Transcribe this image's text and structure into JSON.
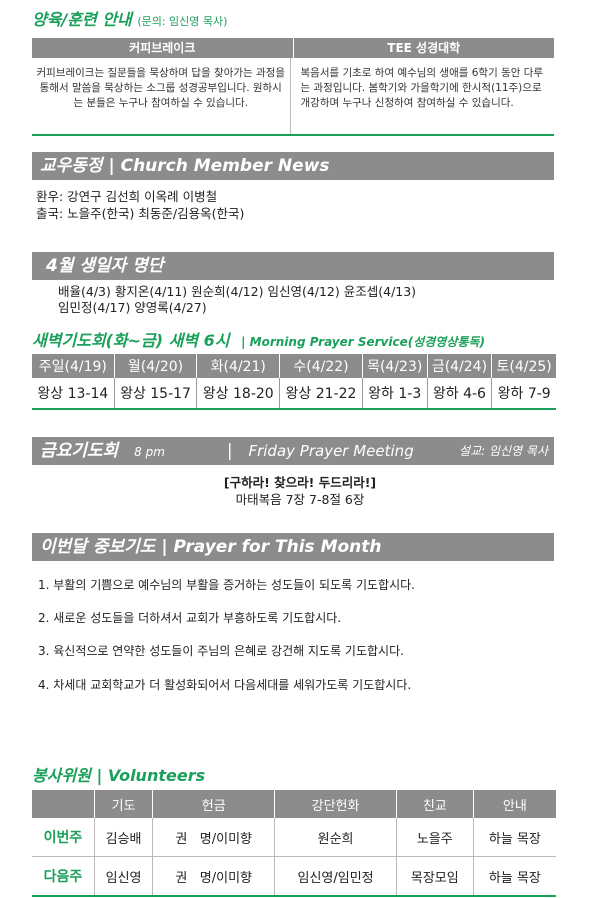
{
  "training": {
    "title": "양육/훈련 안내",
    "contact": "(문의: 임신영 목사)",
    "col1_title": "커피브레이크",
    "col2_title": "TEE 성경대학",
    "col1_text": "커피브레이크는 질문들을 묵상하며 답을 찾아가는 과정을 통해서 말씀을 묵상하는 소그룹 성경공부입니다. 원하시는 분들은 누구나 참여하실 수 있습니다.",
    "col2_text": "복음서를 기초로 하여 예수님의 생애를 6학기 동안 다루는 과정입니다. 봄학기와 가을학기에 한시적(11주)으로 개강하며 누구나 신청하여 참여하실 수 있습니다."
  },
  "members": {
    "title": "교우동정 | Church Member News",
    "line1": "환우: 강연구  김선희  이옥례  이병철",
    "line2": "출국: 노을주(한국) 최동준/김용옥(한국)"
  },
  "birthdays": {
    "title": "4월 생일자 명단",
    "line1": "배율(4/3)  황지온(4/11)  원순희(4/12)  임신영(4/12)  윤조셉(4/13)",
    "line2": "임민정(4/17)  양영록(4/27)"
  },
  "dawn": {
    "title": "새벽기도회(화~금) 새벽 6시",
    "subtitle": "| Morning Prayer Service(성경영상통독)",
    "days": [
      "주일(4/19)",
      "월(4/20)",
      "화(4/21)",
      "수(4/22)",
      "목(4/23)",
      "금(4/24)",
      "토(4/25)"
    ],
    "readings": [
      "왕상 13-14",
      "왕상 15-17",
      "왕상 18-20",
      "왕상 21-22",
      "왕하 1-3",
      "왕하 4-6",
      "왕하 7-9"
    ]
  },
  "friday": {
    "title": "금요기도회",
    "time": "8 pm",
    "sep": "|",
    "english": "Friday Prayer Meeting",
    "preacher": "설교: 임신영 목사",
    "theme": "[구하라! 찾으라! 두드리라!]",
    "scripture": "마태복음 7장 7-8절 6장"
  },
  "prayer": {
    "title": "이번달 중보기도 | Prayer for This Month",
    "items": [
      "1. 부활의 기쁨으로 예수님의 부활을 증거하는 성도들이 되도록 기도합시다.",
      "2. 새로운 성도들을 더하셔서 교회가 부흥하도록 기도합시다.",
      "3. 육신적으로 연약한 성도들이 주님의 은혜로 강건해 지도록 기도합시다.",
      "4. 차세대 교회학교가 더 활성화되어서 다음세대를 세워가도록 기도합시다."
    ]
  },
  "volunteers": {
    "title": "봉사위원 | Volunteers",
    "headers": [
      "",
      "기도",
      "헌금",
      "강단헌화",
      "친교",
      "안내"
    ],
    "rows": [
      [
        "이번주",
        "김승배",
        "권   명/이미향",
        "원순희",
        "노을주",
        "하늘 목장"
      ],
      [
        "다음주",
        "임신영",
        "권   명/이미향",
        "임신영/임민정",
        "목장모임",
        "하늘 목장"
      ]
    ]
  },
  "colors": {
    "accent": "#1aa05a",
    "bar": "#8c8c8c"
  }
}
